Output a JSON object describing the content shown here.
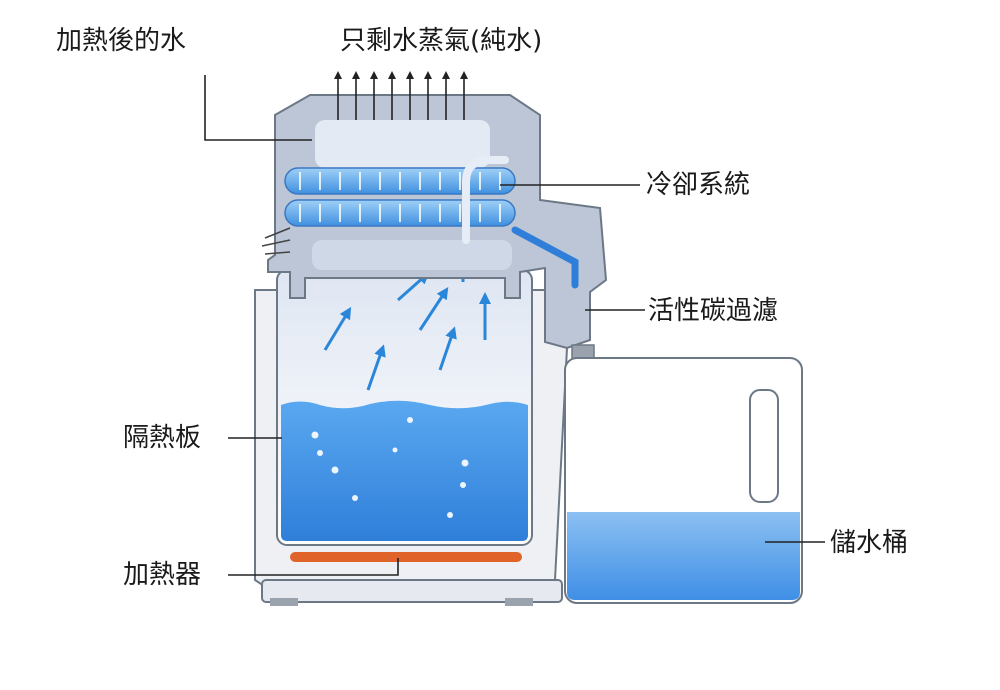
{
  "labels": {
    "heated_water": "加熱後的水",
    "steam_only": "只剩水蒸氣(純水)",
    "cooling_system": "冷卻系統",
    "activated_carbon_filter": "活性碳過濾",
    "insulation_board": "隔熱板",
    "heater": "加熱器",
    "storage_bucket": "儲水桶"
  },
  "colors": {
    "water": "#3f8fe6",
    "steam": "#2a86d8",
    "coil": "#5aa6ea",
    "heater": "#e0642a",
    "body": "#eef0f4",
    "outline": "#6d7886",
    "lid": "#bcc6d6"
  }
}
